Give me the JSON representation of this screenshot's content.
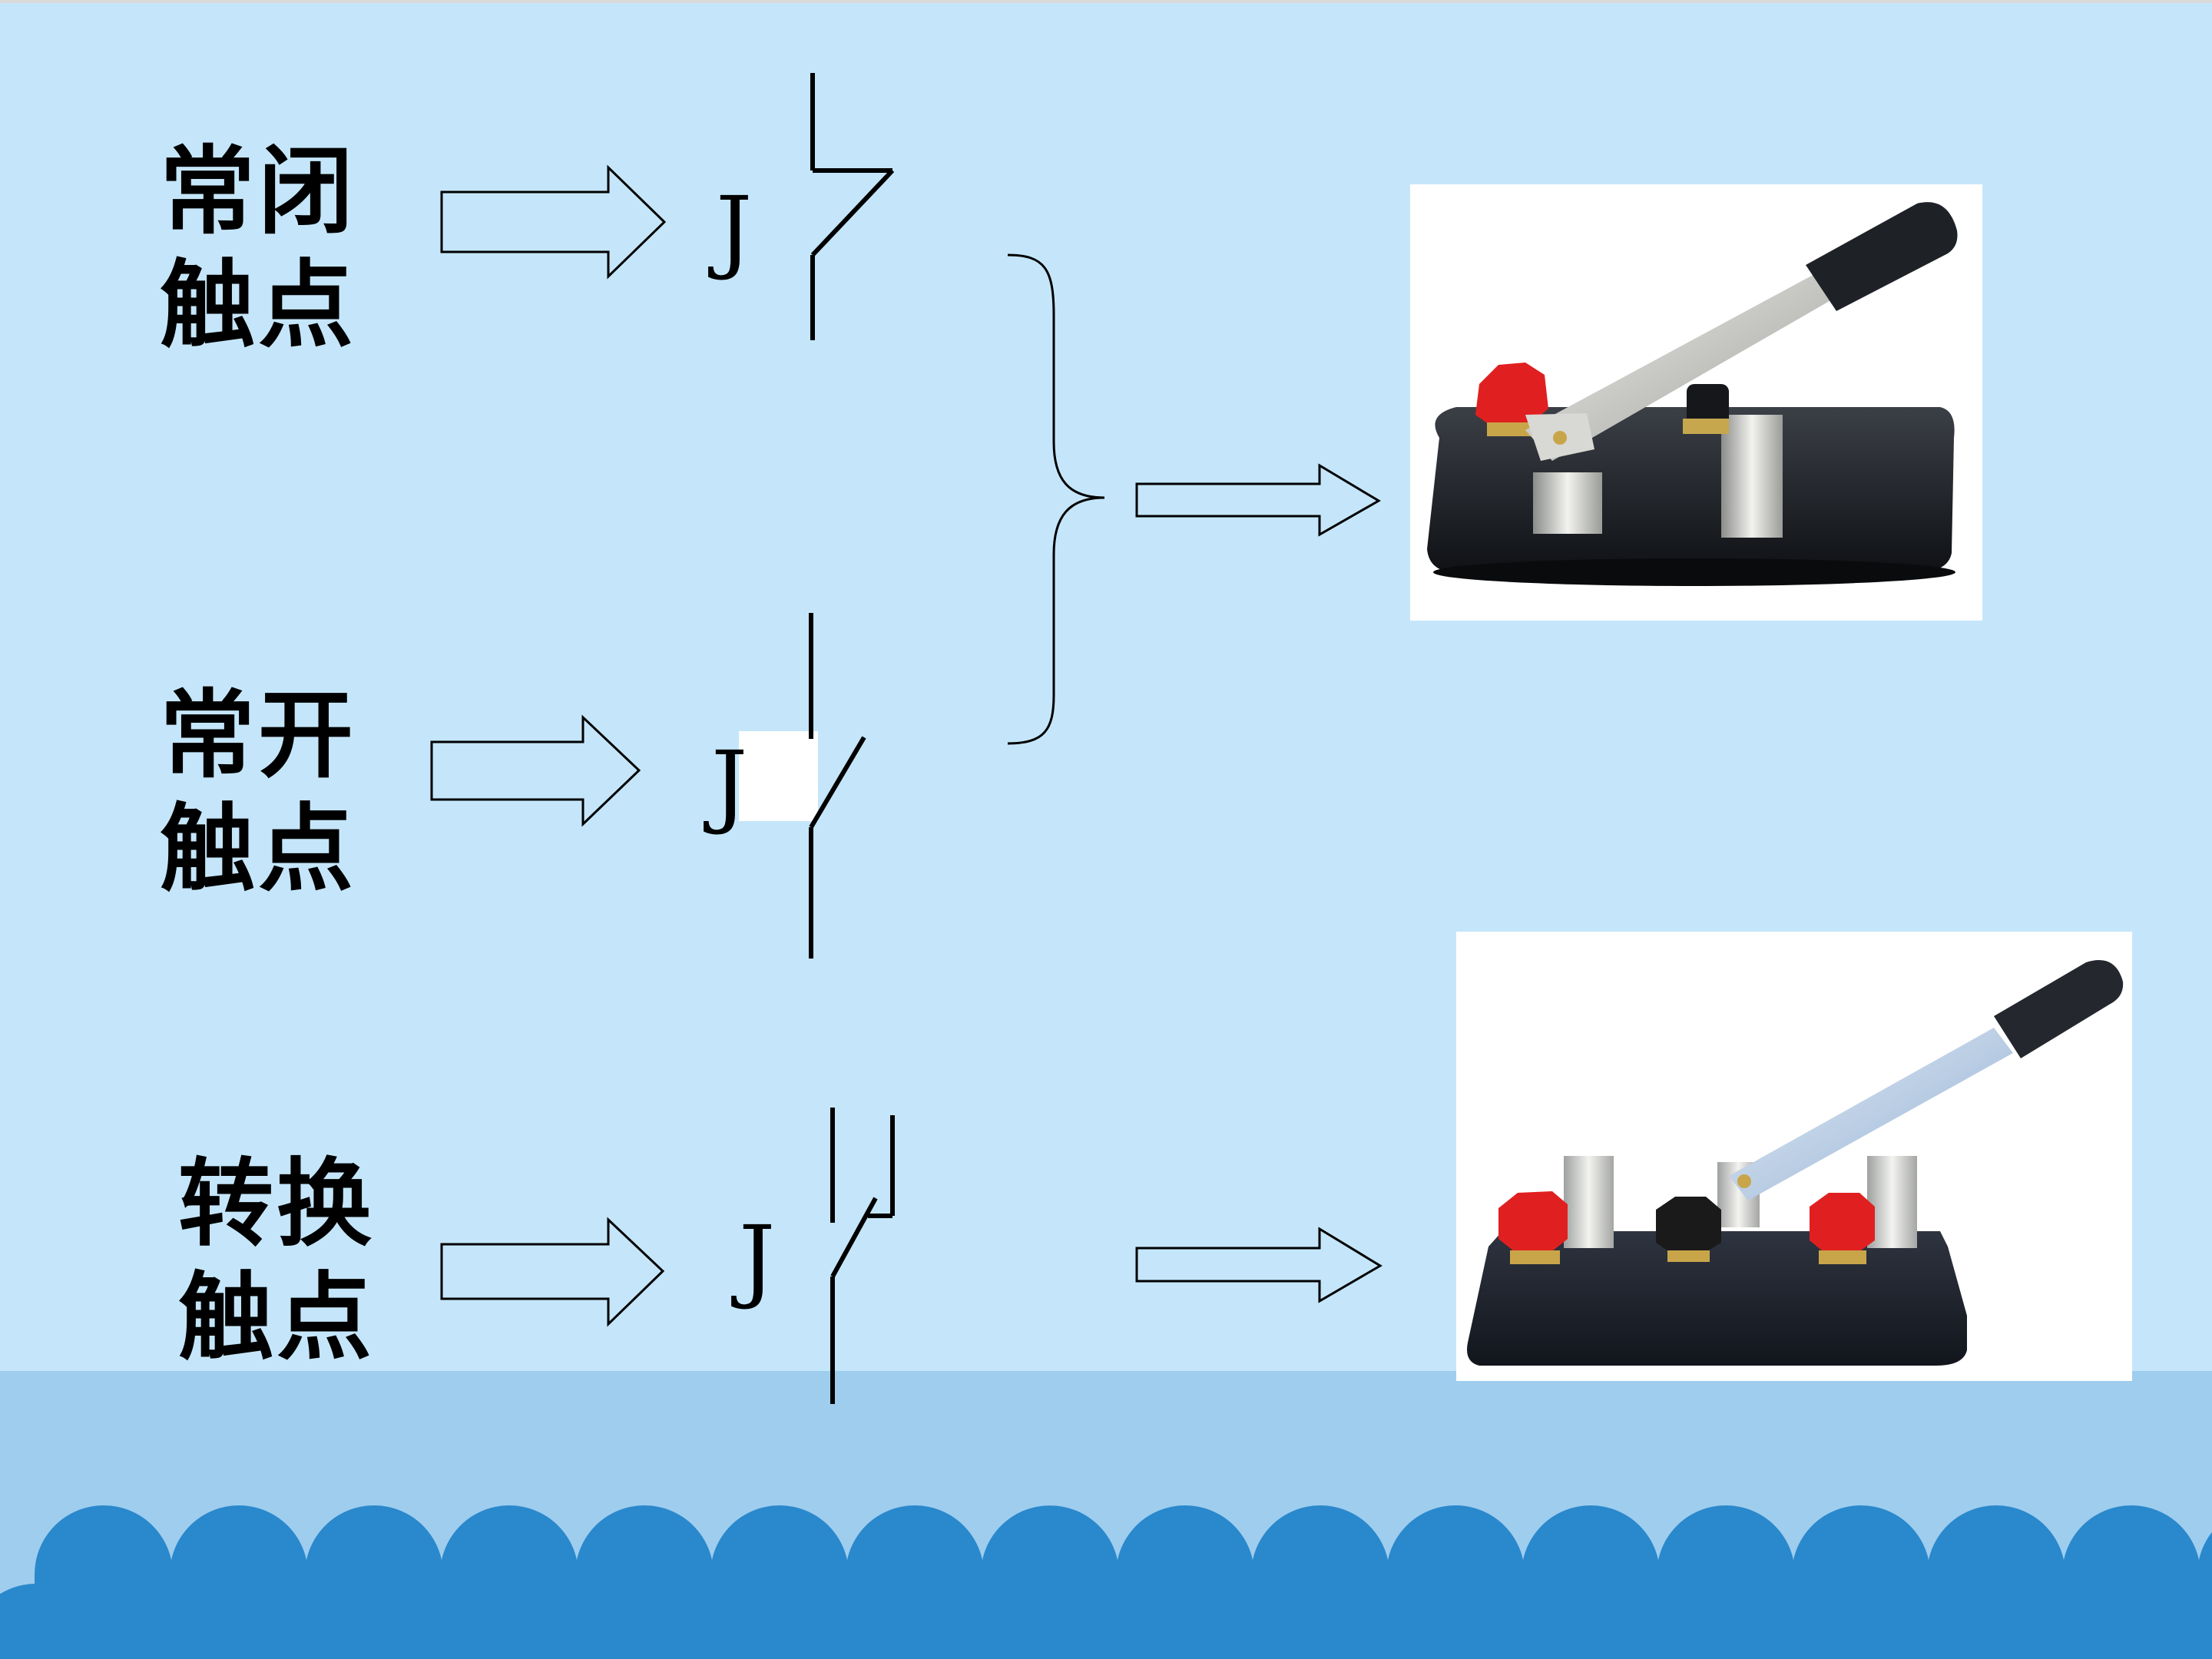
{
  "contacts": {
    "normally_closed": {
      "line1": "常闭",
      "line2": "触点",
      "coil": "J"
    },
    "normally_open": {
      "line1": "常开",
      "line2": "触点",
      "coil": "J"
    },
    "changeover": {
      "line1": "转换",
      "line2": "触点",
      "coil": "J"
    }
  },
  "photos": {
    "single_throw": "single-throw-knife-switch-photo",
    "double_throw": "double-throw-knife-switch-photo"
  },
  "colors": {
    "background": "#c5e6fa",
    "footer_band": "#9fcdee",
    "waves": "#2a88cc",
    "terminal_red": "#e02020",
    "terminal_black": "#1a1a1a",
    "base": "#15181d"
  }
}
